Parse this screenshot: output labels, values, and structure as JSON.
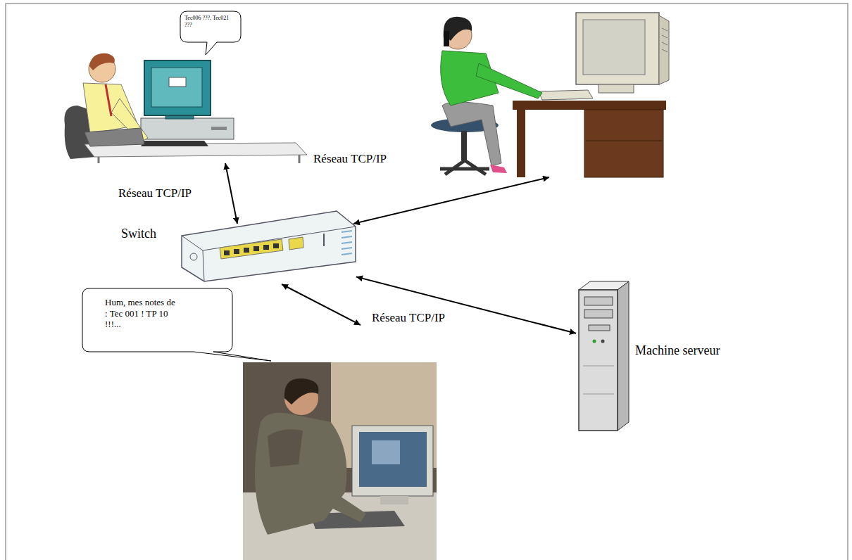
{
  "diagram": {
    "nodes": [
      {
        "text": [
          "Tec006 ???, Tec021 ???"
        ]
      },
      {
        "text": [
          "Switch"
        ]
      },
      {
        "text": [
          "Machine serveur"
        ]
      },
      {
        "text": [
          "Hum, mes notes de : Tec 001 ! TP 10 !!!..."
        ]
      }
    ],
    "edges": [
      {
        "from": 1,
        "to": 2,
        "arrow": "both"
      }
    ],
    "labels": [
      "Réseau TCP/IP",
      "Réseau TCP/IP",
      "Réseau TCP/IP"
    ]
  }
}
